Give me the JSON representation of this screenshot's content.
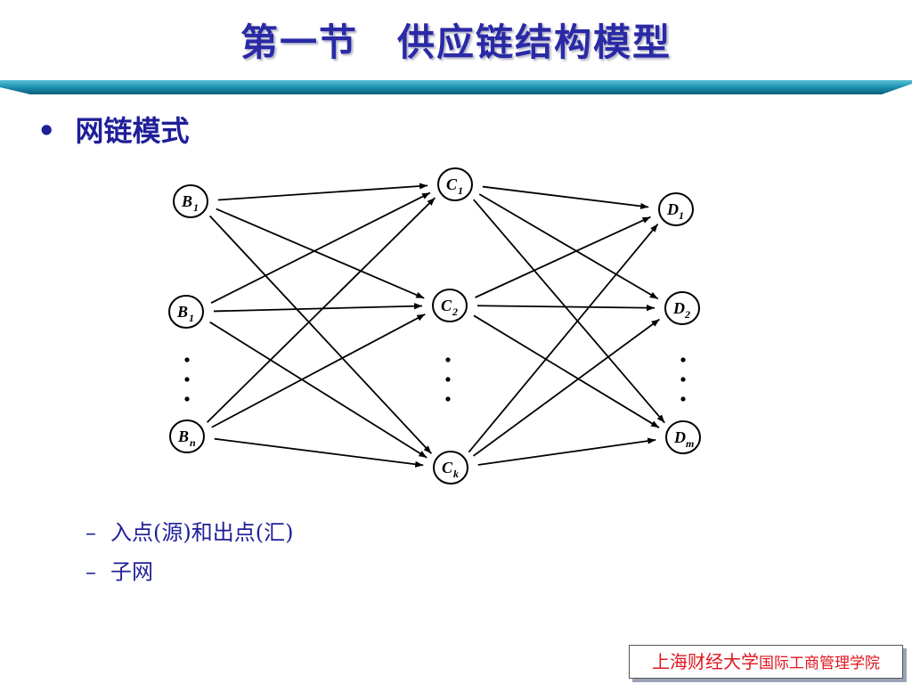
{
  "title": "第一节　供应链结构模型",
  "bullet": {
    "symbol": "•",
    "text": "网链模式"
  },
  "sub_items": [
    {
      "dash": "–",
      "text": "入点(源)和出点(汇)"
    },
    {
      "dash": "–",
      "text": "子网"
    }
  ],
  "footer": {
    "main": "上海财经大学",
    "sub": "国际工商管理学院"
  },
  "colors": {
    "title": "#2a2aa6",
    "bar": "#1b8fb0",
    "text": "#1f1f99",
    "footer": "#e0151f"
  },
  "diagram": {
    "nodes": [
      {
        "id": "b1a",
        "base": "B",
        "sub": "1"
      },
      {
        "id": "b1b",
        "base": "B",
        "sub": "1"
      },
      {
        "id": "bn",
        "base": "B",
        "sub": "n"
      },
      {
        "id": "c1",
        "base": "C",
        "sub": "1"
      },
      {
        "id": "c2",
        "base": "C",
        "sub": "2"
      },
      {
        "id": "ck",
        "base": "C",
        "sub": "k"
      },
      {
        "id": "d1",
        "base": "D",
        "sub": "1"
      },
      {
        "id": "d2",
        "base": "D",
        "sub": "2"
      },
      {
        "id": "dm",
        "base": "D",
        "sub": "m"
      }
    ],
    "edges": [
      [
        "b1a",
        "c1"
      ],
      [
        "b1a",
        "c2"
      ],
      [
        "b1a",
        "ck"
      ],
      [
        "b1b",
        "c1"
      ],
      [
        "b1b",
        "c2"
      ],
      [
        "b1b",
        "ck"
      ],
      [
        "bn",
        "c1"
      ],
      [
        "bn",
        "c2"
      ],
      [
        "bn",
        "ck"
      ],
      [
        "c1",
        "d1"
      ],
      [
        "c1",
        "d2"
      ],
      [
        "c1",
        "dm"
      ],
      [
        "c2",
        "d1"
      ],
      [
        "c2",
        "d2"
      ],
      [
        "c2",
        "dm"
      ],
      [
        "ck",
        "d1"
      ],
      [
        "ck",
        "d2"
      ],
      [
        "ck",
        "dm"
      ]
    ],
    "ellipsis_columns": [
      "B",
      "C",
      "D"
    ]
  }
}
